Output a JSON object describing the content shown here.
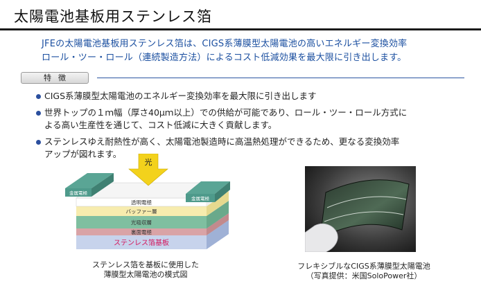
{
  "title": "太陽電池基板用ステンレス箔",
  "intro": {
    "line1": "JFEの太陽電池基板用ステンレス箔は、CIGS系薄膜型太陽電池の高いエネルギー変換効率",
    "line2": "ロール・ツー・ロール（連続製造方法）によるコスト低減効果を最大限に引き出します。"
  },
  "feature_tab": "特徴",
  "bullets": [
    {
      "lines": [
        "CIGS系薄膜型太陽電池のエネルギー変換効率を最大限に引き出します"
      ]
    },
    {
      "lines": [
        "世界トップの１ｍ幅（厚さ40μｍ以上）での供給が可能であり、ロール・ツー・ロール方式に",
        "よる高い生産性を通じて、コスト低減に大きく貢献します。"
      ]
    },
    {
      "lines": [
        "ステンレスゆえ耐熱性が高く、太陽電池製造時に高温熱処理ができるため、更なる変換効率",
        "アップが図れます。"
      ]
    }
  ],
  "diagram": {
    "light_label": "光",
    "electrode_left": "金属電極",
    "electrode_right": "金属電極",
    "layers": [
      "透明電極",
      "バッファー層",
      "光吸収層",
      "裏面電極",
      "ステンレス箔基板"
    ],
    "colors": {
      "arrow": "#f3d21c",
      "electrode": "#4e9a8b",
      "transparent": "#ffffff",
      "buffer": "#f7ecae",
      "absorber": "#7fbfa0",
      "back": "#d9a3a6",
      "substrate": "#c7d3ec",
      "substrate_text": "#d4145a"
    },
    "caption": [
      "ステンレス箔を基板に使用した",
      "薄膜型太陽電池の模式図"
    ]
  },
  "photo": {
    "caption": [
      "フレキシブルなCIGS系薄膜型太陽電池",
      "（写真提供：米国SoloPower社）"
    ]
  }
}
